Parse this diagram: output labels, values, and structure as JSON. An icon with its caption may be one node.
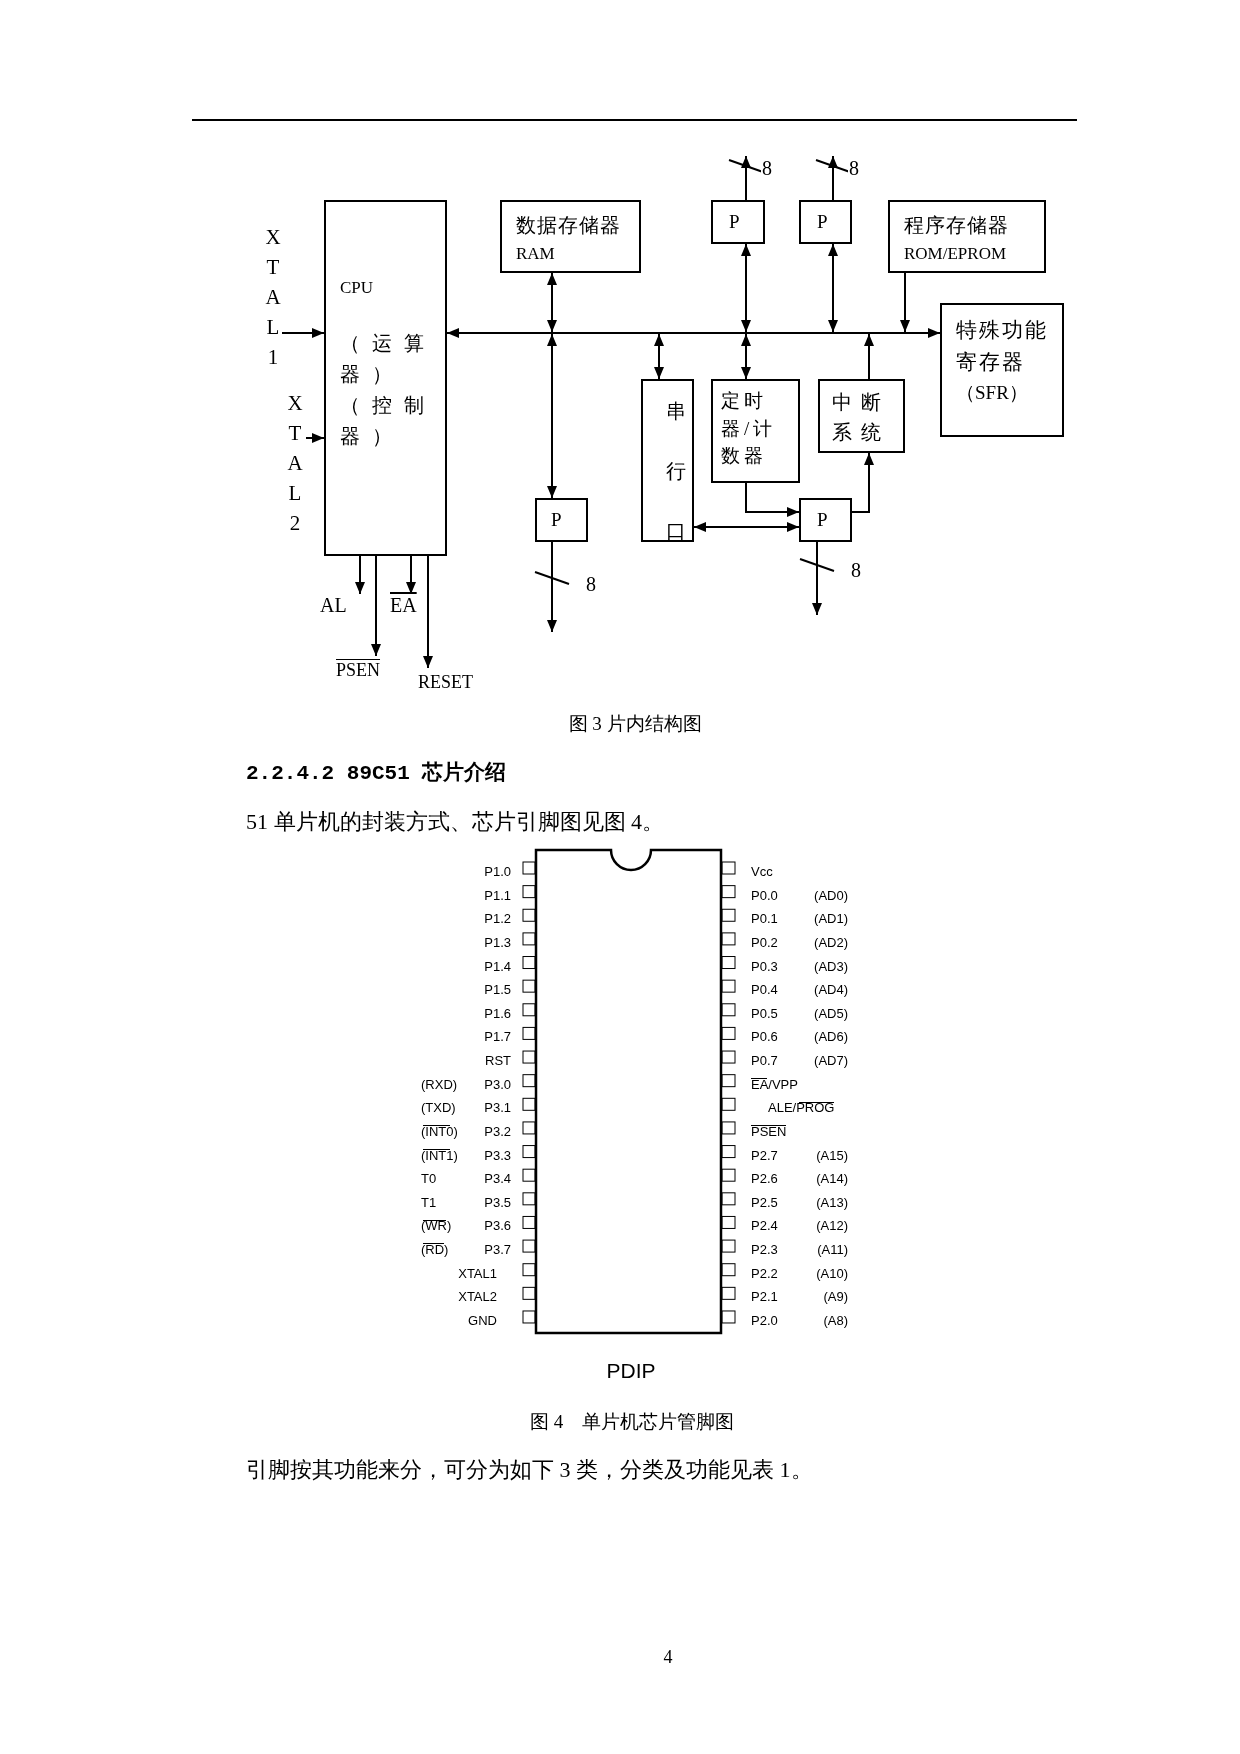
{
  "diagram": {
    "nodes": [
      {
        "text": [
          "XTAL1"
        ]
      },
      {
        "text": [
          "XTAL2"
        ]
      },
      {
        "text": [
          "CPU",
          "（运算器）",
          "（控制器）"
        ]
      },
      {
        "text": [
          "数据存储器",
          "RAM"
        ]
      },
      {
        "text": [
          "P"
        ]
      },
      {
        "text": [
          "P"
        ]
      },
      {
        "text": [
          "程序存储器",
          "ROM/EPROM"
        ]
      },
      {
        "text": [],
        "shape": "bar"
      },
      {
        "text": [
          "特殊功能寄存器",
          "（SFR）"
        ]
      },
      {
        "text": [
          "串行口"
        ]
      },
      {
        "text": [
          "定时器/计数器"
        ]
      },
      {
        "text": [
          "中断系统"
        ]
      },
      {
        "text": [
          "P"
        ]
      },
      {
        "text": [
          "P"
        ]
      },
      {
        "text": [
          "AL"
        ]
      },
      {
        "text": [
          "EA"
        ]
      },
      {
        "text": [
          "PSEN"
        ]
      },
      {
        "text": [
          "RESET"
        ]
      }
    ],
    "edges": [
      {
        "from": 0,
        "to": 2,
        "arrow": "to"
      },
      {
        "from": 1,
        "to": 2,
        "arrow": "to"
      },
      {
        "from": 7,
        "to": 2,
        "arrow": "to"
      },
      {
        "from": 7,
        "to": 8,
        "arrow": "to"
      },
      {
        "from": 3,
        "to": 7,
        "arrow": "both"
      },
      {
        "from": 7,
        "to": 12,
        "arrow": "both"
      },
      {
        "from": 7,
        "to": 9,
        "arrow": "both"
      },
      {
        "from": 4,
        "to": 7,
        "arrow": "both"
      },
      {
        "from": 7,
        "to": 10,
        "arrow": "both"
      },
      {
        "from": 5,
        "to": 7,
        "arrow": "both"
      },
      {
        "from": 6,
        "to": 7,
        "arrow": "to"
      },
      {
        "from": 11,
        "to": 7,
        "arrow": "to"
      },
      {
        "from": 4,
        "to": null,
        "arrow": "to",
        "label": "8"
      },
      {
        "from": 5,
        "to": null,
        "arrow": "to",
        "label": "8"
      },
      {
        "from": 12,
        "to": null,
        "arrow": "to",
        "label": "8"
      },
      {
        "from": 13,
        "to": null,
        "arrow": "to",
        "label": "8"
      },
      {
        "from": 10,
        "to": 13,
        "arrow": "to"
      },
      {
        "from": 9,
        "to": 13,
        "arrow": "both"
      },
      {
        "from": 13,
        "to": 11,
        "arrow": "to"
      },
      {
        "from": 2,
        "to": 14,
        "arrow": "to"
      },
      {
        "from": 2,
        "to": 16,
        "arrow": "to"
      },
      {
        "from": 2,
        "to": 15,
        "arrow": "to"
      },
      {
        "from": 2,
        "to": 17,
        "arrow": "to"
      }
    ],
    "labels": [
      "图 3 片内结构图",
      "2.2.4.2 89C51 芯片介绍",
      "51 单片机的封装方式、芯片引脚图见图 4。",
      "P1.0",
      "Vcc",
      "P1.1",
      "P0.0",
      "(AD0)",
      "P1.2",
      "P0.1",
      "(AD1)",
      "P1.3",
      "P0.2",
      "(AD2)",
      "P1.4",
      "P0.3",
      "(AD3)",
      "P1.5",
      "P0.4",
      "(AD4)",
      "P1.6",
      "P0.5",
      "(AD5)",
      "P1.7",
      "P0.6",
      "(AD6)",
      "RST",
      "P0.7",
      "(AD7)",
      "(RXD)",
      "P3.0",
      "EA/VPP",
      "(TXD)",
      "P3.1",
      "ALE/PROG",
      "(INT0)",
      "P3.2",
      "PSEN",
      "(INT1)",
      "P3.3",
      "P2.7",
      "(A15)",
      "T0",
      "P3.4",
      "P2.6",
      "(A14)",
      "T1",
      "P3.5",
      "P2.5",
      "(A13)",
      "(WR)",
      "P3.6",
      "P2.4",
      "(A12)",
      "(RD)",
      "P3.7",
      "P2.3",
      "(A11)",
      "XTAL1",
      "P2.2",
      "(A10)",
      "XTAL2",
      "P2.1",
      "(A9)",
      "GND",
      "P2.0",
      "(A8)",
      "PDIP",
      "图 4　单片机芯片管脚图",
      "引脚按其功能来分，可分为如下 3 类，分类及功能见表 1。",
      "4"
    ]
  }
}
